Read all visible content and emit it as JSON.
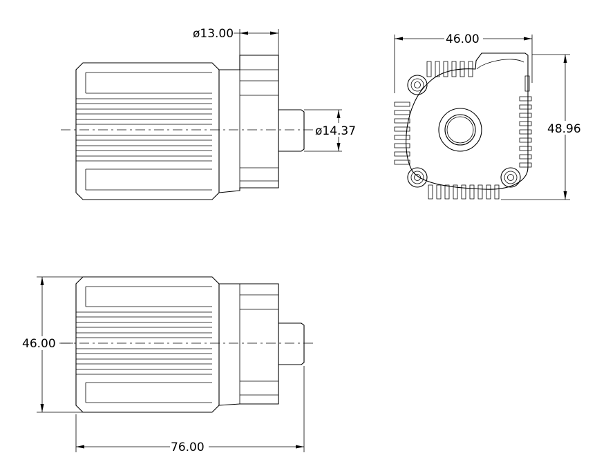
{
  "dimensions": {
    "outlet_diameter": "ø13.00",
    "shaft_diameter": "ø14.37",
    "front_width": "46.00",
    "front_height": "48.96",
    "side_height": "46.00",
    "overall_length": "76.00"
  },
  "colors": {
    "line": "#000000",
    "background": "#ffffff"
  }
}
